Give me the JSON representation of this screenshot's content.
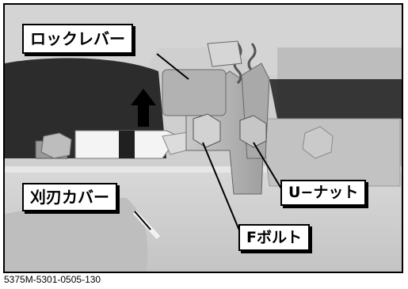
{
  "labels": {
    "lock_lever": "ロックレバー",
    "cutter_cover": "刈刃カバー",
    "u_nut": "U−ナット",
    "f_bolt": "Fボルト"
  },
  "figure_code": "5375M-5301-0505-130",
  "colors": {
    "frame": "#000000",
    "background": "#ffffff",
    "arrow": "#000000"
  }
}
